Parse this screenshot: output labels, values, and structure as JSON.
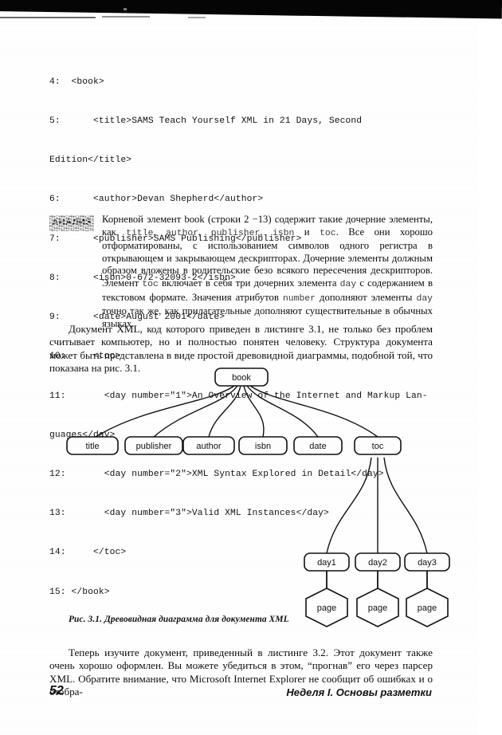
{
  "document": {
    "page_number": "52",
    "running_head": "Неделя I. Основы разметки"
  },
  "listing": {
    "lines": [
      "4:  <book>",
      "5:      <title>SAMS Teach Yourself XML in 21 Days, Second",
      "Edition</title>",
      "6:      <author>Devan Shepherd</author>",
      "7:      <publisher>SAMS Publishing</publisher>",
      "8:      <isbn>0-672-32093-2</isbn>",
      "9:      <date>August 2001</date>",
      "10:     <toc>",
      "11:       <day number=\"1\">An Overview of the Internet and Markup Lan-",
      "guages</day>",
      "12:       <day number=\"2\">XML Syntax Explored in Detail</day>",
      "13:       <day number=\"3\">Valid XML Instances</day>",
      "14:     </toc>",
      "15: </book>"
    ]
  },
  "analysis": {
    "icon_label": "АНАЛИЗ",
    "segments": [
      {
        "text": "Корневой элемент book (строки 2 −13) содержит такие дочерние элементы, как ",
        "mono": false
      },
      {
        "text": "title",
        "mono": true
      },
      {
        "text": ", ",
        "mono": false
      },
      {
        "text": "author",
        "mono": true
      },
      {
        "text": ", ",
        "mono": false
      },
      {
        "text": "publisher",
        "mono": true
      },
      {
        "text": ", ",
        "mono": false
      },
      {
        "text": "isbn",
        "mono": true
      },
      {
        "text": " и ",
        "mono": false
      },
      {
        "text": "toc",
        "mono": true
      },
      {
        "text": ". Все они хорошо отформатированы, с использованием символов одного регистра в открывающем и закрывающем дескрипторах. Дочерние элементы должным образом вложены в родительские безо всякого пересечения дескрипторов. Элемент ",
        "mono": false
      },
      {
        "text": "toc",
        "mono": true
      },
      {
        "text": " включает в себя три дочерних элемента ",
        "mono": false
      },
      {
        "text": "day",
        "mono": true
      },
      {
        "text": " с содержанием в текстовом формате. Значения атрибутов ",
        "mono": false
      },
      {
        "text": "number",
        "mono": true
      },
      {
        "text": " дополняют элементы ",
        "mono": false
      },
      {
        "text": "day",
        "mono": true
      },
      {
        "text": " точно так же, как прилагательные дополняют существительные в обычных языках.",
        "mono": false
      }
    ]
  },
  "paragraphs": {
    "intro": "Документ XML, код которого приведен в листинге 3.1, не только без проблем считывает компьютер, но и полностью понятен человеку. Структура документа может быть представлена в виде простой древовидной диаграммы, подобной той, что показана на рис. 3.1.",
    "outro": "Теперь изучите документ, приведенный в листинге 3.2. Этот документ также очень хорошо оформлен. Вы можете убедиться в этом, “прогнав” его через парсер XML. Обратите внимание, что Microsoft Internet Explorer не сообщит об ошибках и о отобра-"
  },
  "figure": {
    "caption": "Рис. 3.1. Древовидная диаграмма для документа XML",
    "tree": {
      "root": {
        "label": "book",
        "shape": "rounded-rect"
      },
      "level2": [
        {
          "label": "title",
          "shape": "rounded-rect"
        },
        {
          "label": "publisher",
          "shape": "rounded-rect"
        },
        {
          "label": "author",
          "shape": "rounded-rect"
        },
        {
          "label": "isbn",
          "shape": "rounded-rect"
        },
        {
          "label": "date",
          "shape": "rounded-rect"
        },
        {
          "label": "toc",
          "shape": "rounded-rect"
        }
      ],
      "level3": [
        {
          "label": "day1",
          "shape": "rounded-rect"
        },
        {
          "label": "day2",
          "shape": "rounded-rect"
        },
        {
          "label": "day3",
          "shape": "rounded-rect"
        }
      ],
      "level4": [
        {
          "label": "page",
          "shape": "hexagon"
        },
        {
          "label": "page",
          "shape": "hexagon"
        },
        {
          "label": "page",
          "shape": "hexagon"
        }
      ]
    }
  },
  "colors": {
    "ink": "#0d0d0d",
    "paper": "#ffffff",
    "code_gray": "#3c3c3c",
    "scan_edge": "#050505"
  }
}
